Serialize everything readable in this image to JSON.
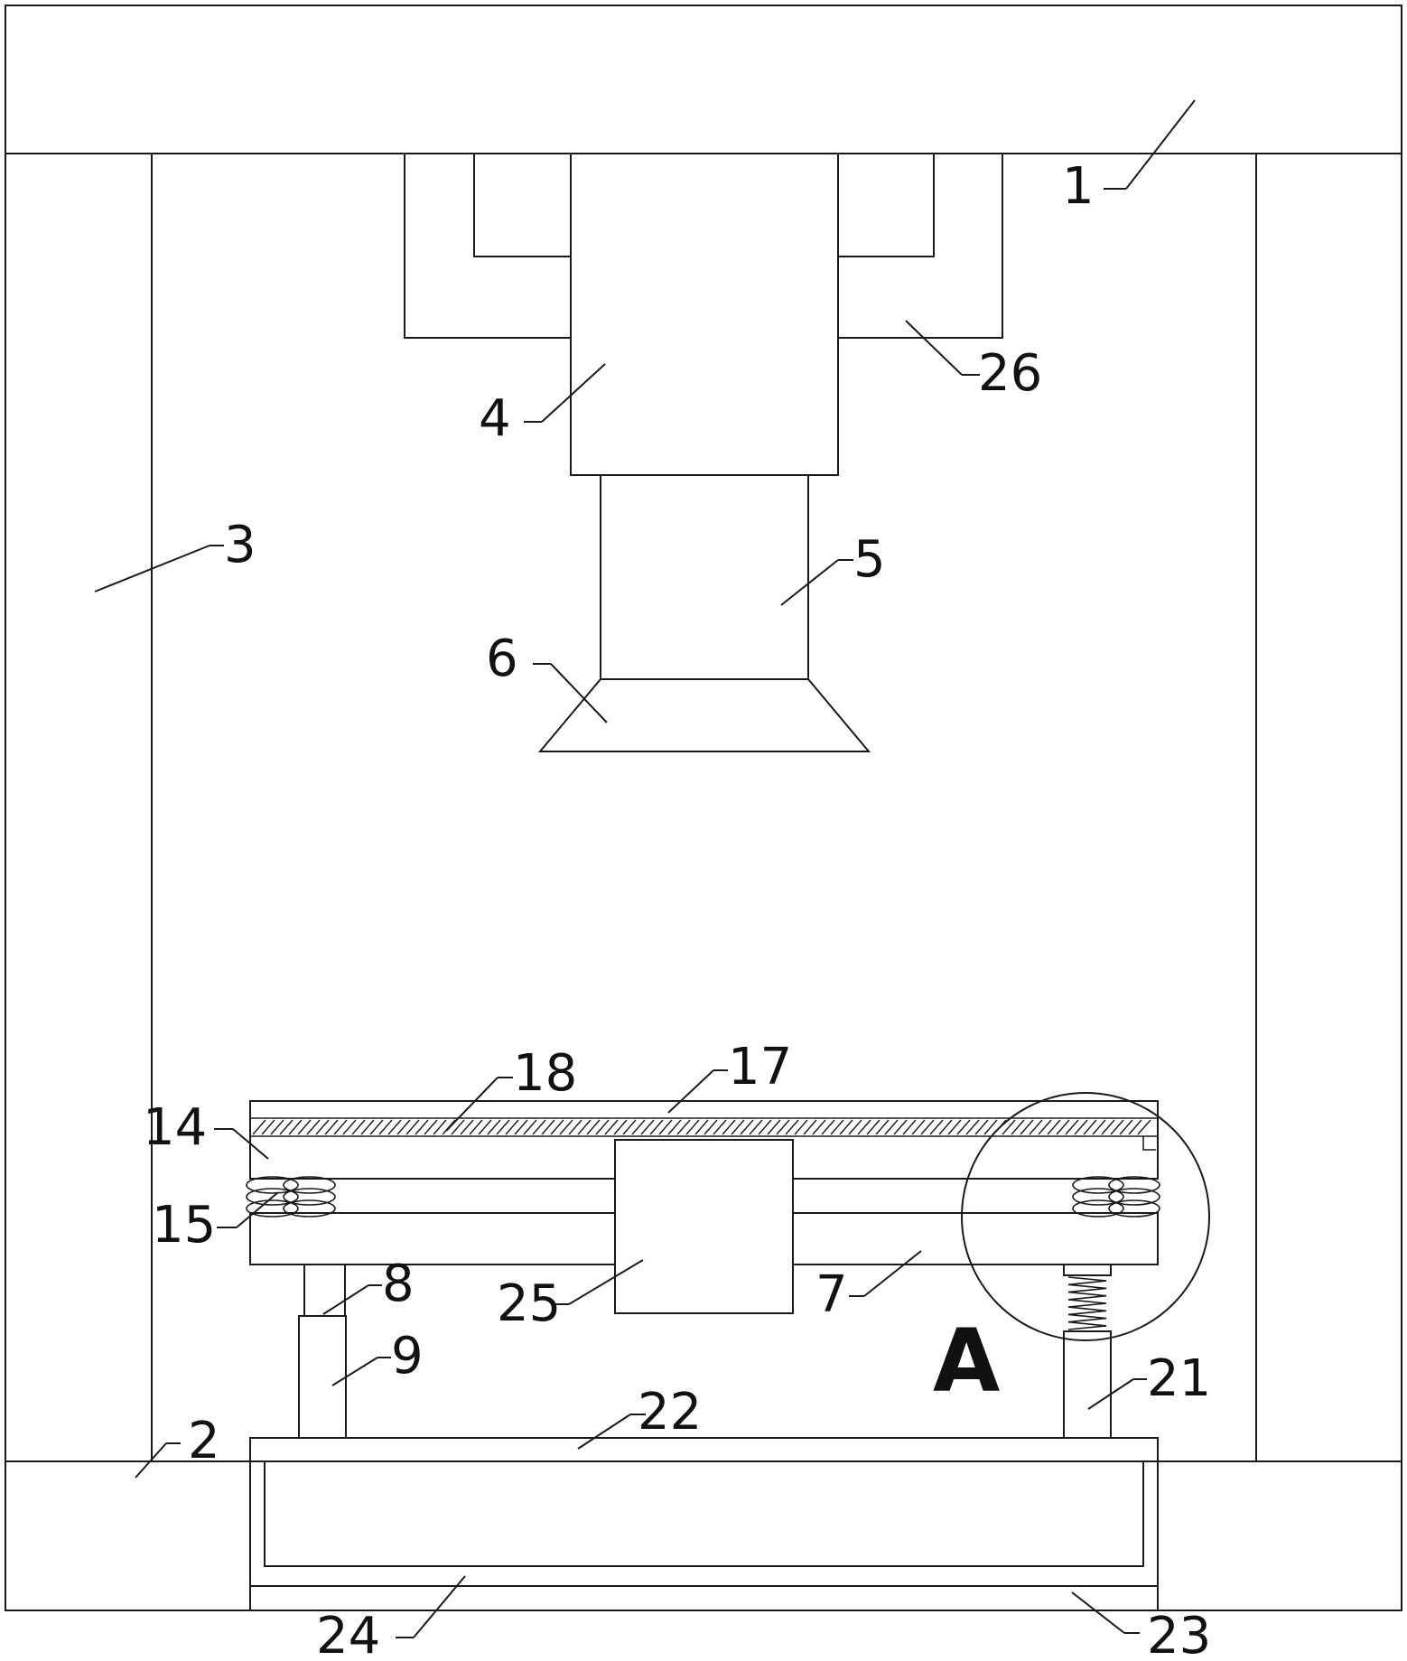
{
  "labels": {
    "l1": "1",
    "l2": "2",
    "l3": "3",
    "l4": "4",
    "l5": "5",
    "l6": "6",
    "l7": "7",
    "l8": "8",
    "l9": "9",
    "l14": "14",
    "l15": "15",
    "l17": "17",
    "l18": "18",
    "l21": "21",
    "l22": "22",
    "l23": "23",
    "l24": "24",
    "l25": "25",
    "l26": "26",
    "detail": "A"
  }
}
